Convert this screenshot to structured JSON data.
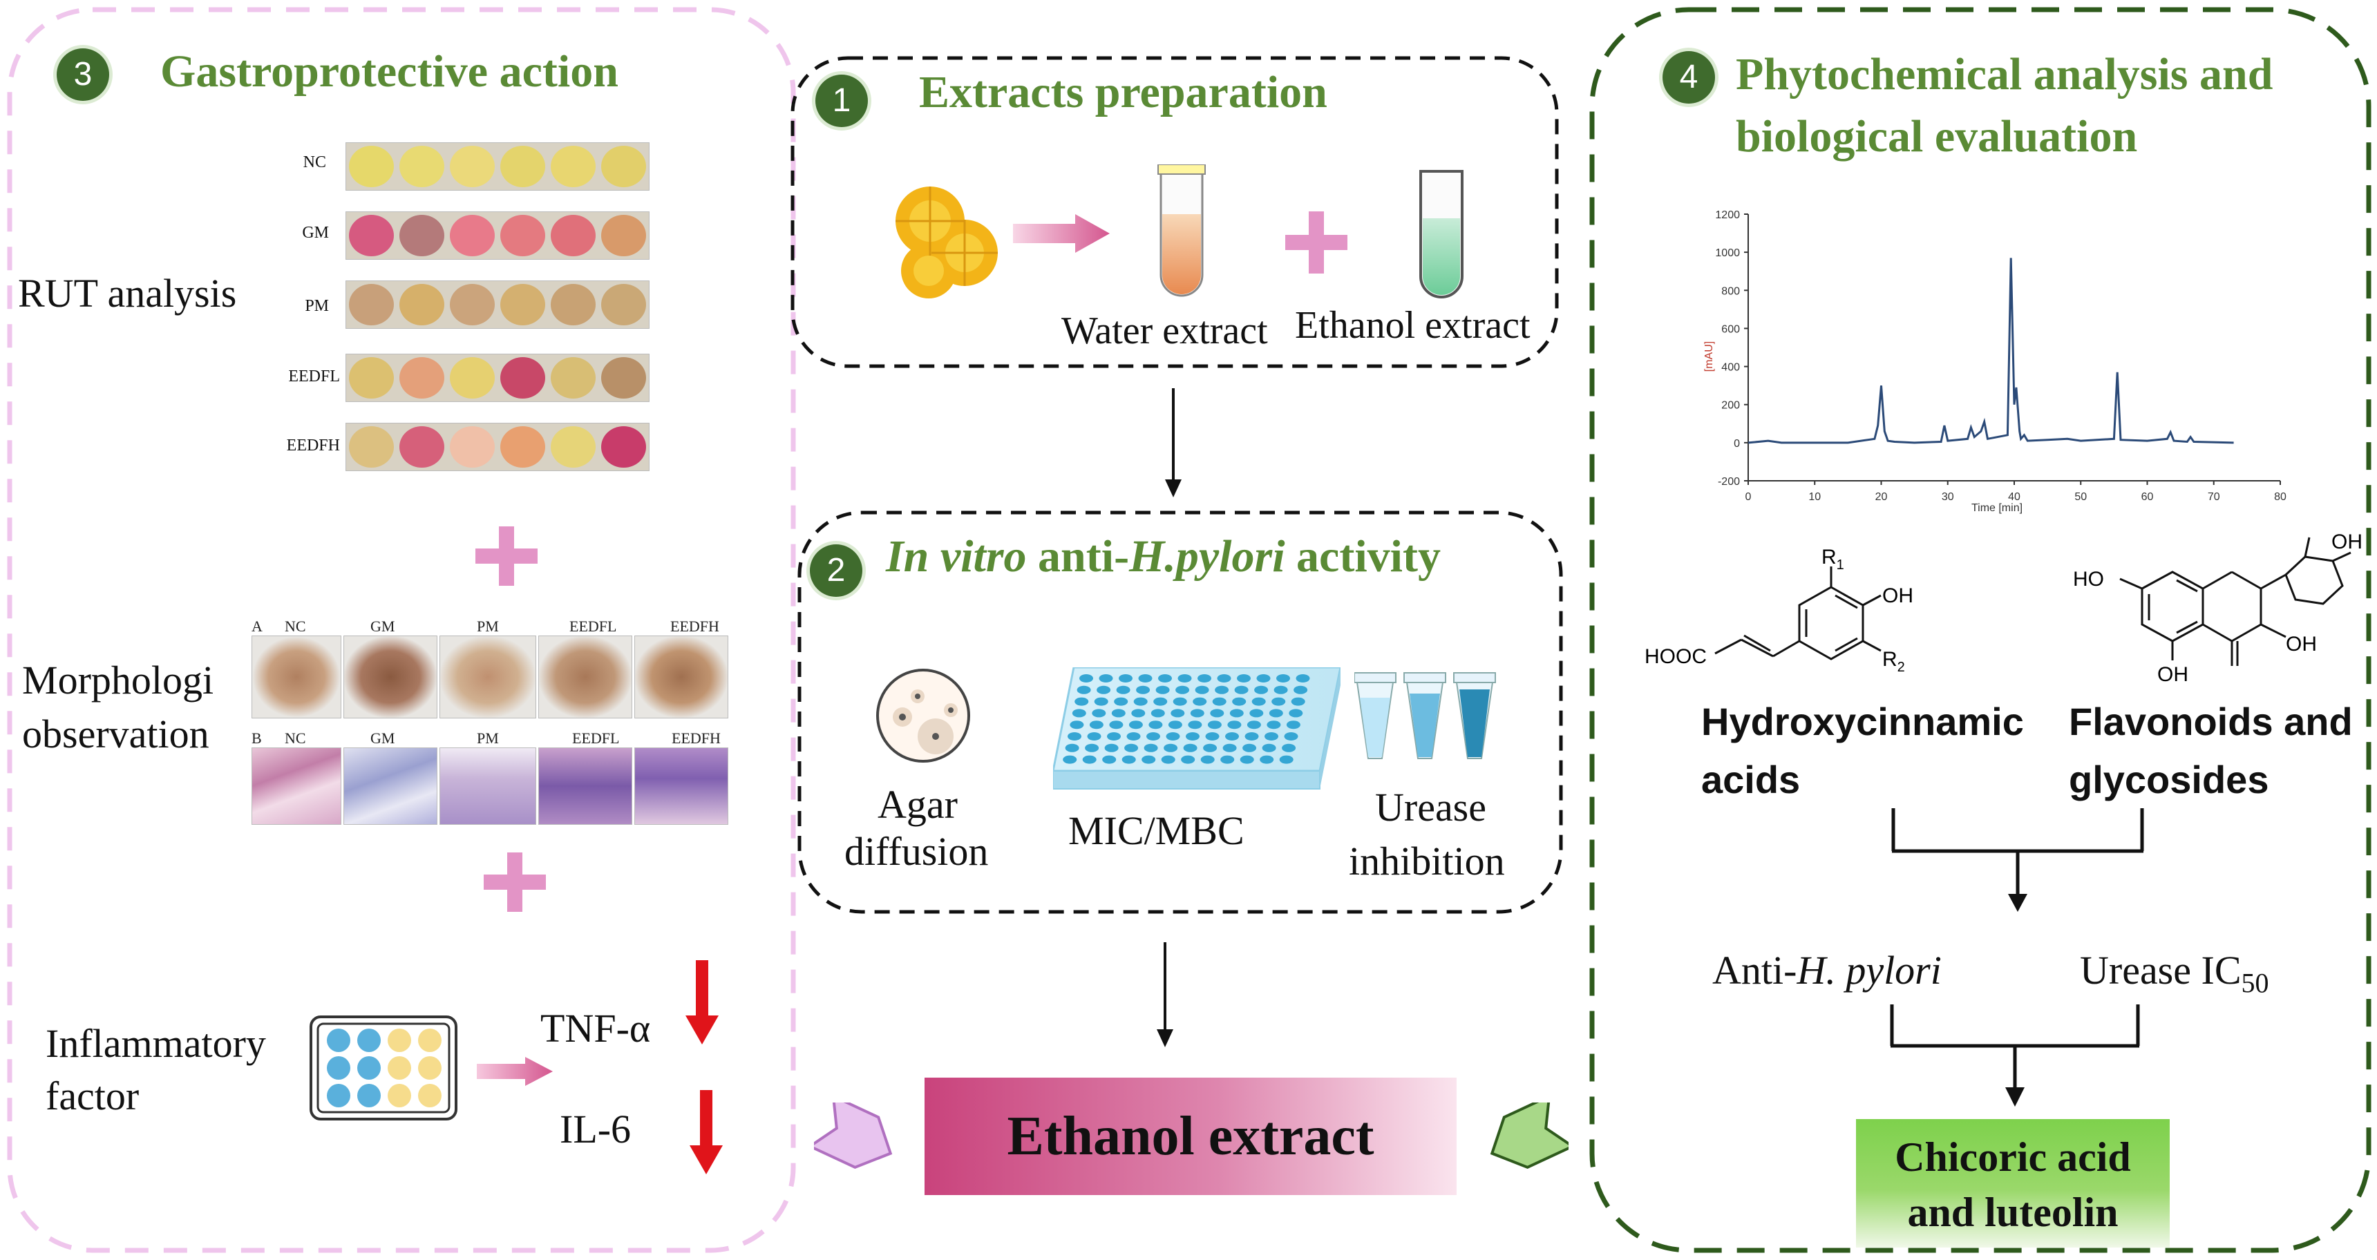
{
  "panel1": {
    "number": "1",
    "title": "Extracts preparation",
    "labels": {
      "water": "Water extract",
      "ethanol": "Ethanol extract"
    }
  },
  "panel2": {
    "number": "2",
    "title_italic": "In vitro",
    "title_mid": " anti-",
    "title_italic2": "H.pylori",
    "title_end": " activity",
    "items": {
      "agar_1": "Agar",
      "agar_2": "diffusion",
      "mic": "MIC/MBC",
      "urease_1": "Urease",
      "urease_2": "inhibition"
    }
  },
  "panel3": {
    "number": "3",
    "title": "Gastroprotective action",
    "rut_label": "RUT analysis",
    "rut_groups": [
      "NC",
      "GM",
      "PM",
      "EEDFL",
      "EEDFH"
    ],
    "morph_label_1": "Morphologi",
    "morph_label_2": "observation",
    "morph_panel_a": "A",
    "morph_panel_b": "B",
    "morph_groups": [
      "NC",
      "GM",
      "PM",
      "EEDFL",
      "EEDFH"
    ],
    "inflam_label_1": "Inflammatory",
    "inflam_label_2": "factor",
    "markers": [
      "TNF-α",
      "IL-6"
    ]
  },
  "panel4": {
    "number": "4",
    "title_1": "Phytochemical analysis and",
    "title_2": "biological evaluation",
    "hplc": {
      "y_axis_label": "[mAU]",
      "x_axis_label": "Time [min]",
      "y_ticks": [
        "1200",
        "1000",
        "800",
        "600",
        "400",
        "200",
        "0",
        "-200"
      ],
      "x_ticks": [
        "0",
        "10",
        "20",
        "30",
        "40",
        "50",
        "60",
        "70",
        "80"
      ]
    },
    "hca_1": "Hydroxycinnamic",
    "hca_2": "acids",
    "flav_1": "Flavonoids and",
    "flav_2": "glycosides",
    "chem": {
      "r1": "R",
      "r1_sub": "1",
      "r2": "R",
      "r2_sub": "2",
      "oh": "OH",
      "hooc": "HOOC",
      "ho": "HO"
    },
    "anti_prefix": "Anti-",
    "anti_italic": "H. pylori",
    "urease": "Urease IC",
    "urease_sub": "50",
    "result_1": "Chicoric acid",
    "result_2": "and luteolin"
  },
  "center_result": "Ethanol extract",
  "colors": {
    "green_title": "#5a8a35",
    "badge": "#3f6b2d",
    "pink_border": "#efc5ec",
    "green_border": "#2e5a1c",
    "arrow_red": "#e0141a"
  },
  "chart_data": {
    "type": "line",
    "title": "",
    "xlabel": "Time [min]",
    "ylabel": "[mAU]",
    "xlim": [
      0,
      80
    ],
    "ylim": [
      -200,
      1200
    ],
    "series": [
      {
        "x": [
          0,
          3,
          5,
          10,
          15,
          19,
          19.5,
          20,
          20.5,
          21,
          22,
          25,
          29,
          29.5,
          30,
          33,
          33.5,
          34,
          35,
          35.5,
          36,
          39,
          39.5,
          40,
          40.3,
          40.8,
          41,
          41.5,
          42,
          45,
          48,
          50,
          55,
          55.5,
          56,
          60,
          63,
          63.5,
          64,
          66,
          66.5,
          67,
          73
        ],
        "y": [
          0,
          10,
          0,
          0,
          0,
          20,
          90,
          300,
          60,
          10,
          5,
          0,
          5,
          90,
          10,
          20,
          80,
          30,
          60,
          110,
          20,
          40,
          970,
          200,
          290,
          60,
          20,
          40,
          10,
          15,
          20,
          10,
          20,
          370,
          15,
          10,
          20,
          55,
          10,
          5,
          30,
          5,
          0
        ]
      }
    ]
  }
}
